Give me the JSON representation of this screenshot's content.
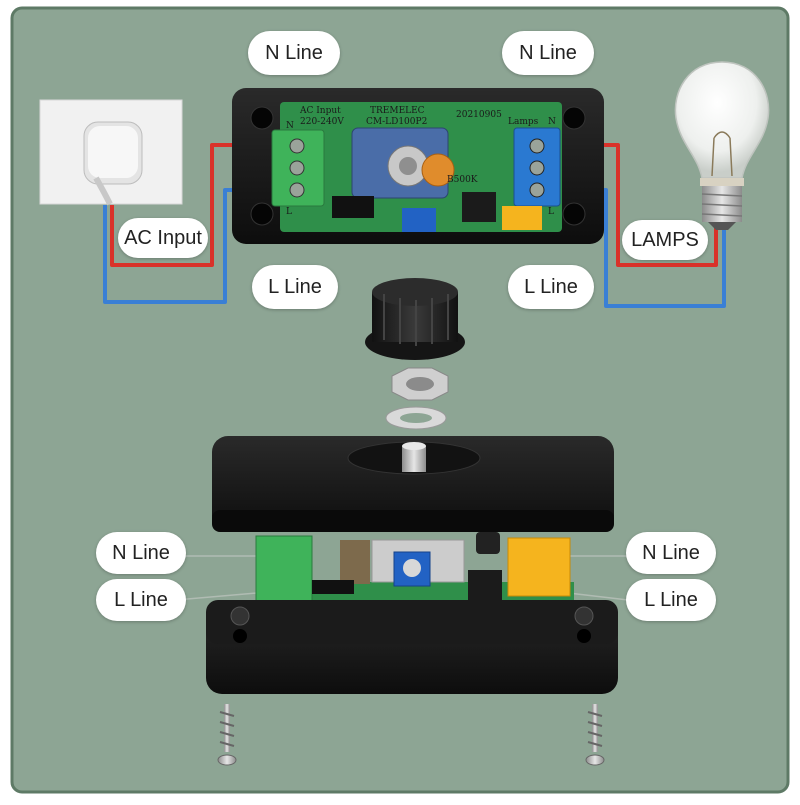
{
  "labels": {
    "top_n_left": "N Line",
    "top_n_right": "N Line",
    "top_l_left": "L Line",
    "top_l_right": "L Line",
    "ac_input": "AC Input",
    "lamps": "LAMPS",
    "bottom_n_left": "N Line",
    "bottom_l_left": "L Line",
    "bottom_n_right": "N Line",
    "bottom_l_right": "L Line"
  },
  "pcb": {
    "ac_input_text": "AC Input",
    "voltage_text": "220-240V",
    "brand_text": "TREMELEC",
    "model_text": "CM-LD100P2",
    "date_text": "20210905",
    "lamps_text": "Lamps",
    "pot_text": "B500K",
    "n_mark_left": "N",
    "l_mark_left": "L",
    "n_mark_right": "N",
    "l_mark_right": "L"
  },
  "colors": {
    "background": "#8da594",
    "frame": "#5e7a66",
    "wire_red": "#d9322a",
    "wire_blue": "#3a7fd5",
    "pcb_green": "#2f8f4a",
    "terminal_green": "#3fb35a",
    "terminal_blue": "#2a79d1",
    "relay_yellow": "#f5b41e"
  }
}
